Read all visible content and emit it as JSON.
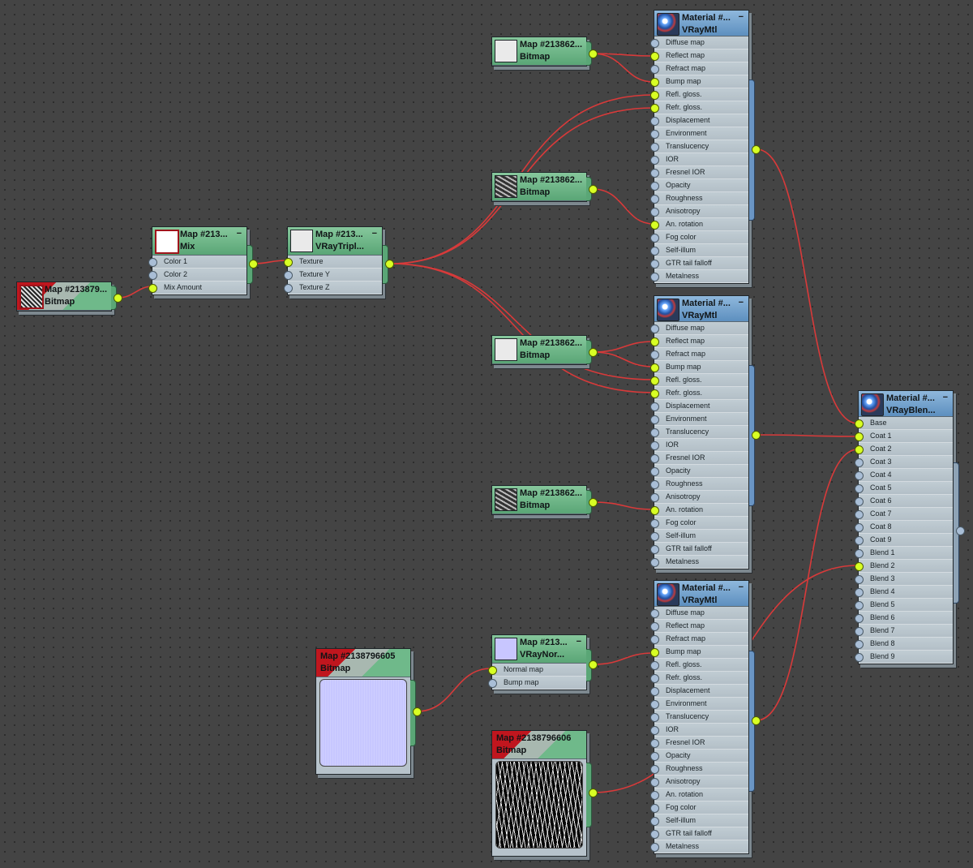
{
  "nodes": {
    "bitmap_left": {
      "title": "Map #213879...",
      "type": "Bitmap"
    },
    "mix": {
      "title": "Map #213...",
      "type": "Mix",
      "slots": [
        "Color 1",
        "Color 2",
        "Mix Amount"
      ]
    },
    "triplanar": {
      "title": "Map #213...",
      "type": "VRayTripl...",
      "slots": [
        "Texture",
        "Texture Y",
        "Texture Z"
      ]
    },
    "bitmap_m1": {
      "title": "Map #213862...",
      "type": "Bitmap"
    },
    "bitmap_m2": {
      "title": "Map #213862...",
      "type": "Bitmap"
    },
    "bitmap_m3": {
      "title": "Map #213862...",
      "type": "Bitmap"
    },
    "bitmap_m4": {
      "title": "Map #213862...",
      "type": "Bitmap"
    },
    "normal_map": {
      "title": "Map #213...",
      "type": "VRayNor...",
      "slots": [
        "Normal map",
        "Bump map"
      ]
    },
    "bitmap_605": {
      "title": "Map #2138796605",
      "type": "Bitmap"
    },
    "bitmap_606": {
      "title": "Map #2138796606",
      "type": "Bitmap"
    },
    "vraymtl_slots": [
      "Diffuse map",
      "Reflect map",
      "Refract map",
      "Bump map",
      "Refl. gloss.",
      "Refr. gloss.",
      "Displacement",
      "Environment",
      "Translucency",
      "IOR",
      "Fresnel IOR",
      "Opacity",
      "Roughness",
      "Anisotropy",
      "An. rotation",
      "Fog color",
      "Self-illum",
      "GTR tail falloff",
      "Metalness"
    ],
    "mtl1": {
      "title": "Material #...",
      "type": "VRayMtl"
    },
    "mtl2": {
      "title": "Material #...",
      "type": "VRayMtl"
    },
    "mtl3": {
      "title": "Material #...",
      "type": "VRayMtl"
    },
    "blend": {
      "title": "Material #...",
      "type": "VRayBlen...",
      "slots": [
        "Base",
        "Coat 1",
        "Coat 2",
        "Coat 3",
        "Coat 4",
        "Coat 5",
        "Coat 6",
        "Coat 7",
        "Coat 8",
        "Coat 9",
        "Blend 1",
        "Blend 2",
        "Blend 3",
        "Blend 4",
        "Blend 5",
        "Blend 6",
        "Blend 7",
        "Blend 8",
        "Blend 9"
      ]
    },
    "minimize_symbol": "−"
  },
  "icons": {
    "node_thumbnail": "map-preview-icon",
    "material_sphere": "material-sphere-icon"
  },
  "colors": {
    "wire": "#d83a3a",
    "connected_port": "#d8ff24",
    "map_header": "#5aa676",
    "material_header": "#5d8fbf",
    "canvas": "#444444"
  }
}
